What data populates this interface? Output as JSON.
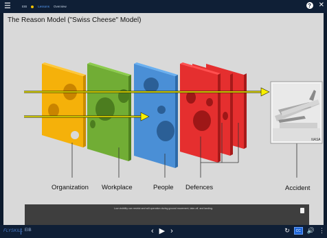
{
  "topbar": {
    "menu_icon": "hamburger-icon",
    "crumb1": "EIB",
    "crumb2": "Lessons",
    "crumb3": "Overview",
    "help_icon": "help-icon",
    "close_icon": "close-icon"
  },
  "slide": {
    "title": "The Reason Model (\"Swiss Cheese\" Model)",
    "labels": {
      "organization": "Organization",
      "workplace": "Workplace",
      "people": "People",
      "defences": "Defences",
      "accident": "Accident"
    },
    "photo_credit": "NASA",
    "colors": {
      "organization": "#f5b10a",
      "workplace": "#71ad35",
      "people": "#4a8fd6",
      "defences": "#e52f2f",
      "arrow": "#f8ef00"
    }
  },
  "caption": {
    "text": "Low visibility can restrict and will operation during ground movement, take-off, and landing."
  },
  "bottombar": {
    "brand": "FLYSKILL",
    "brand2": "EIB",
    "prev_icon": "chevron-left-icon",
    "play_icon": "play-icon",
    "next_icon": "chevron-right-icon",
    "reload_icon": "reload-icon",
    "cc_label": "CC",
    "volume_icon": "volume-icon",
    "more_icon": "more-vertical-icon"
  }
}
